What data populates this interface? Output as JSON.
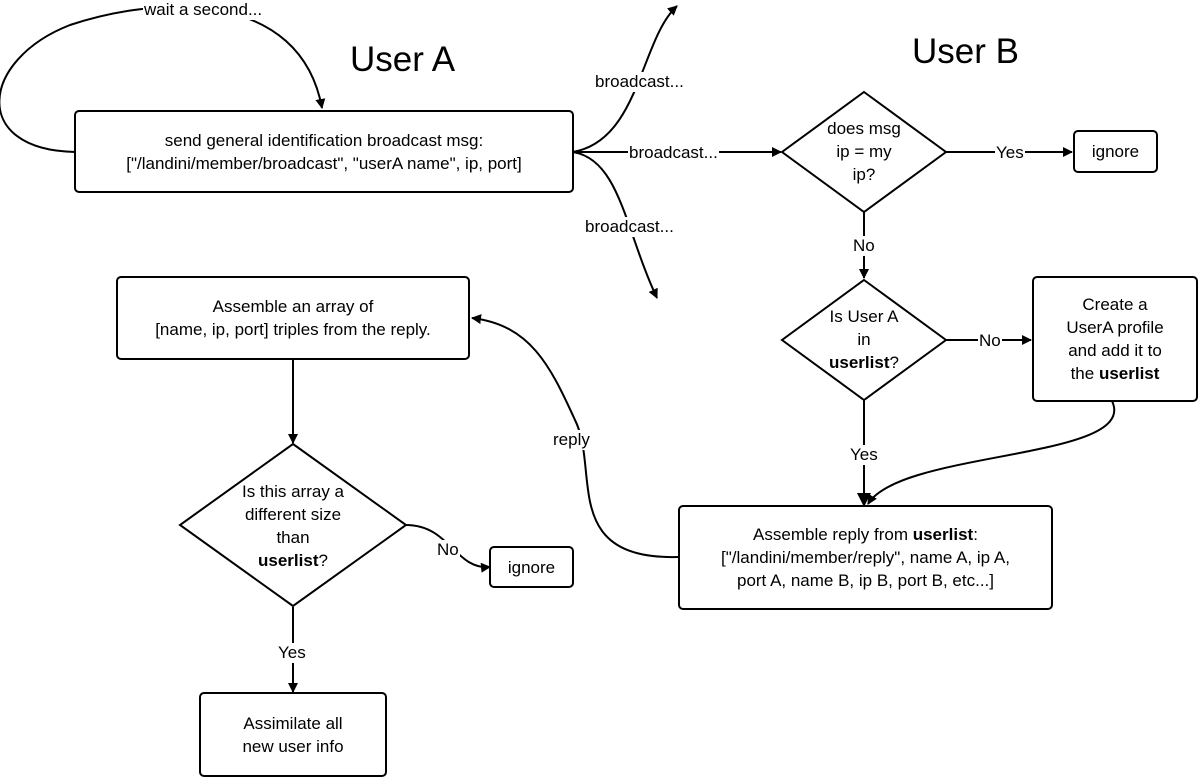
{
  "titles": {
    "user_a": "User A",
    "user_b": "User B"
  },
  "loop": {
    "label": "wait a second..."
  },
  "broadcast": {
    "line1": "send general identification broadcast msg:",
    "line2": "[\"/landini/member/broadcast\", \"userA name\", ip, port]",
    "edge_up": "broadcast...",
    "edge_mid": "broadcast...",
    "edge_down": "broadcast..."
  },
  "decision_ip": {
    "line1": "does msg",
    "line2": "ip = my",
    "line3": "ip?",
    "yes": "Yes",
    "no": "No"
  },
  "ignore_top": {
    "label": "ignore"
  },
  "decision_userlist": {
    "line1": "Is User A",
    "line2": "in",
    "line3_bold": "userlist",
    "line3_rest": "?",
    "no": "No",
    "yes": "Yes"
  },
  "create_profile": {
    "line1": "Create a",
    "line2": "UserA profile",
    "line3": "and add it to",
    "line4_prefix": "the ",
    "line4_bold": "userlist"
  },
  "assemble_reply": {
    "line1_prefix": "Assemble reply from ",
    "line1_bold": "userlist",
    "line1_suffix": ":",
    "line2": "[\"/landini/member/reply\", name A, ip A,",
    "line3": "port A, name B, ip B, port B, etc...]"
  },
  "reply_edge": {
    "label": "reply"
  },
  "assemble_array": {
    "line1": "Assemble an array of",
    "line2": "[name, ip, port] triples from the reply."
  },
  "decision_size": {
    "line1": "Is this array a",
    "line2": "different size",
    "line3": "than",
    "line4_bold": "userlist",
    "line4_rest": "?",
    "no": "No",
    "yes": "Yes"
  },
  "ignore_bottom": {
    "label": "ignore"
  },
  "assimilate": {
    "line1": "Assimilate all",
    "line2": "new user info"
  }
}
